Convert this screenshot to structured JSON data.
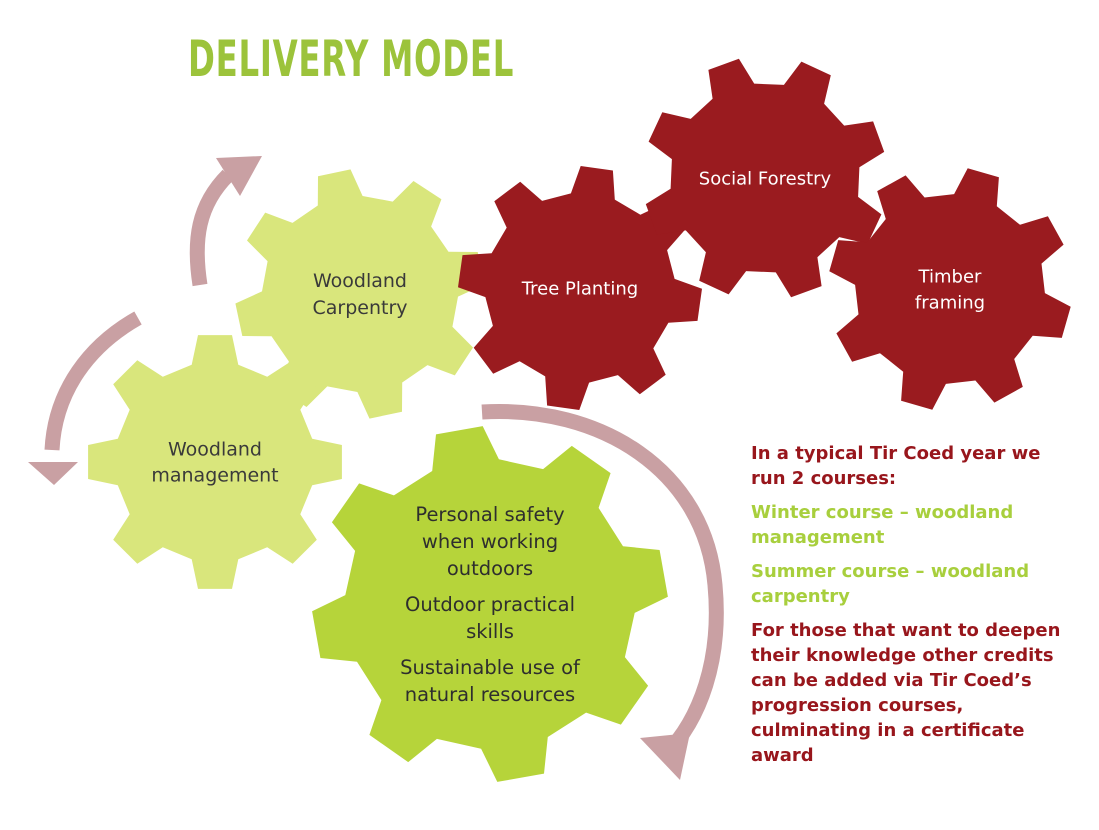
{
  "title": "DELIVERY MODEL",
  "colors": {
    "title": "#9cc33b",
    "gear_light": "#d9e67c",
    "gear_bright": "#b6d43a",
    "gear_red": "#9a1b1f",
    "arrow": "#c9a0a3",
    "text_red": "#98161c",
    "text_green": "#a8cf3d"
  },
  "gears": [
    {
      "id": "woodland-carpentry",
      "lines": [
        "Woodland",
        "Carpentry"
      ],
      "color": "light",
      "text_color": "#3a3a3a"
    },
    {
      "id": "woodland-management",
      "lines": [
        "Woodland",
        "management"
      ],
      "color": "light",
      "text_color": "#3a3a3a"
    },
    {
      "id": "core-skills",
      "lines": [
        "Personal safety",
        "when working",
        "outdoors",
        "Outdoor practical",
        "skills",
        "Sustainable use of",
        "natural resources"
      ],
      "color": "bright",
      "text_color": "#2e2e2e"
    },
    {
      "id": "tree-planting",
      "lines": [
        "Tree Planting"
      ],
      "color": "red",
      "text_color": "#ffffff"
    },
    {
      "id": "social-forestry",
      "lines": [
        "Social Forestry"
      ],
      "color": "red",
      "text_color": "#ffffff"
    },
    {
      "id": "timber-framing",
      "lines": [
        "Timber",
        "framing"
      ],
      "color": "red",
      "text_color": "#ffffff"
    }
  ],
  "sidebar": {
    "intro": "In a typical Tir Coed year we run 2 courses:",
    "winter": "Winter course – woodland management",
    "summer": "Summer course – woodland carpentry",
    "progression": "For those that want to deepen their knowledge other credits can be added via Tir Coed’s progression courses, culminating in a certificate award"
  }
}
